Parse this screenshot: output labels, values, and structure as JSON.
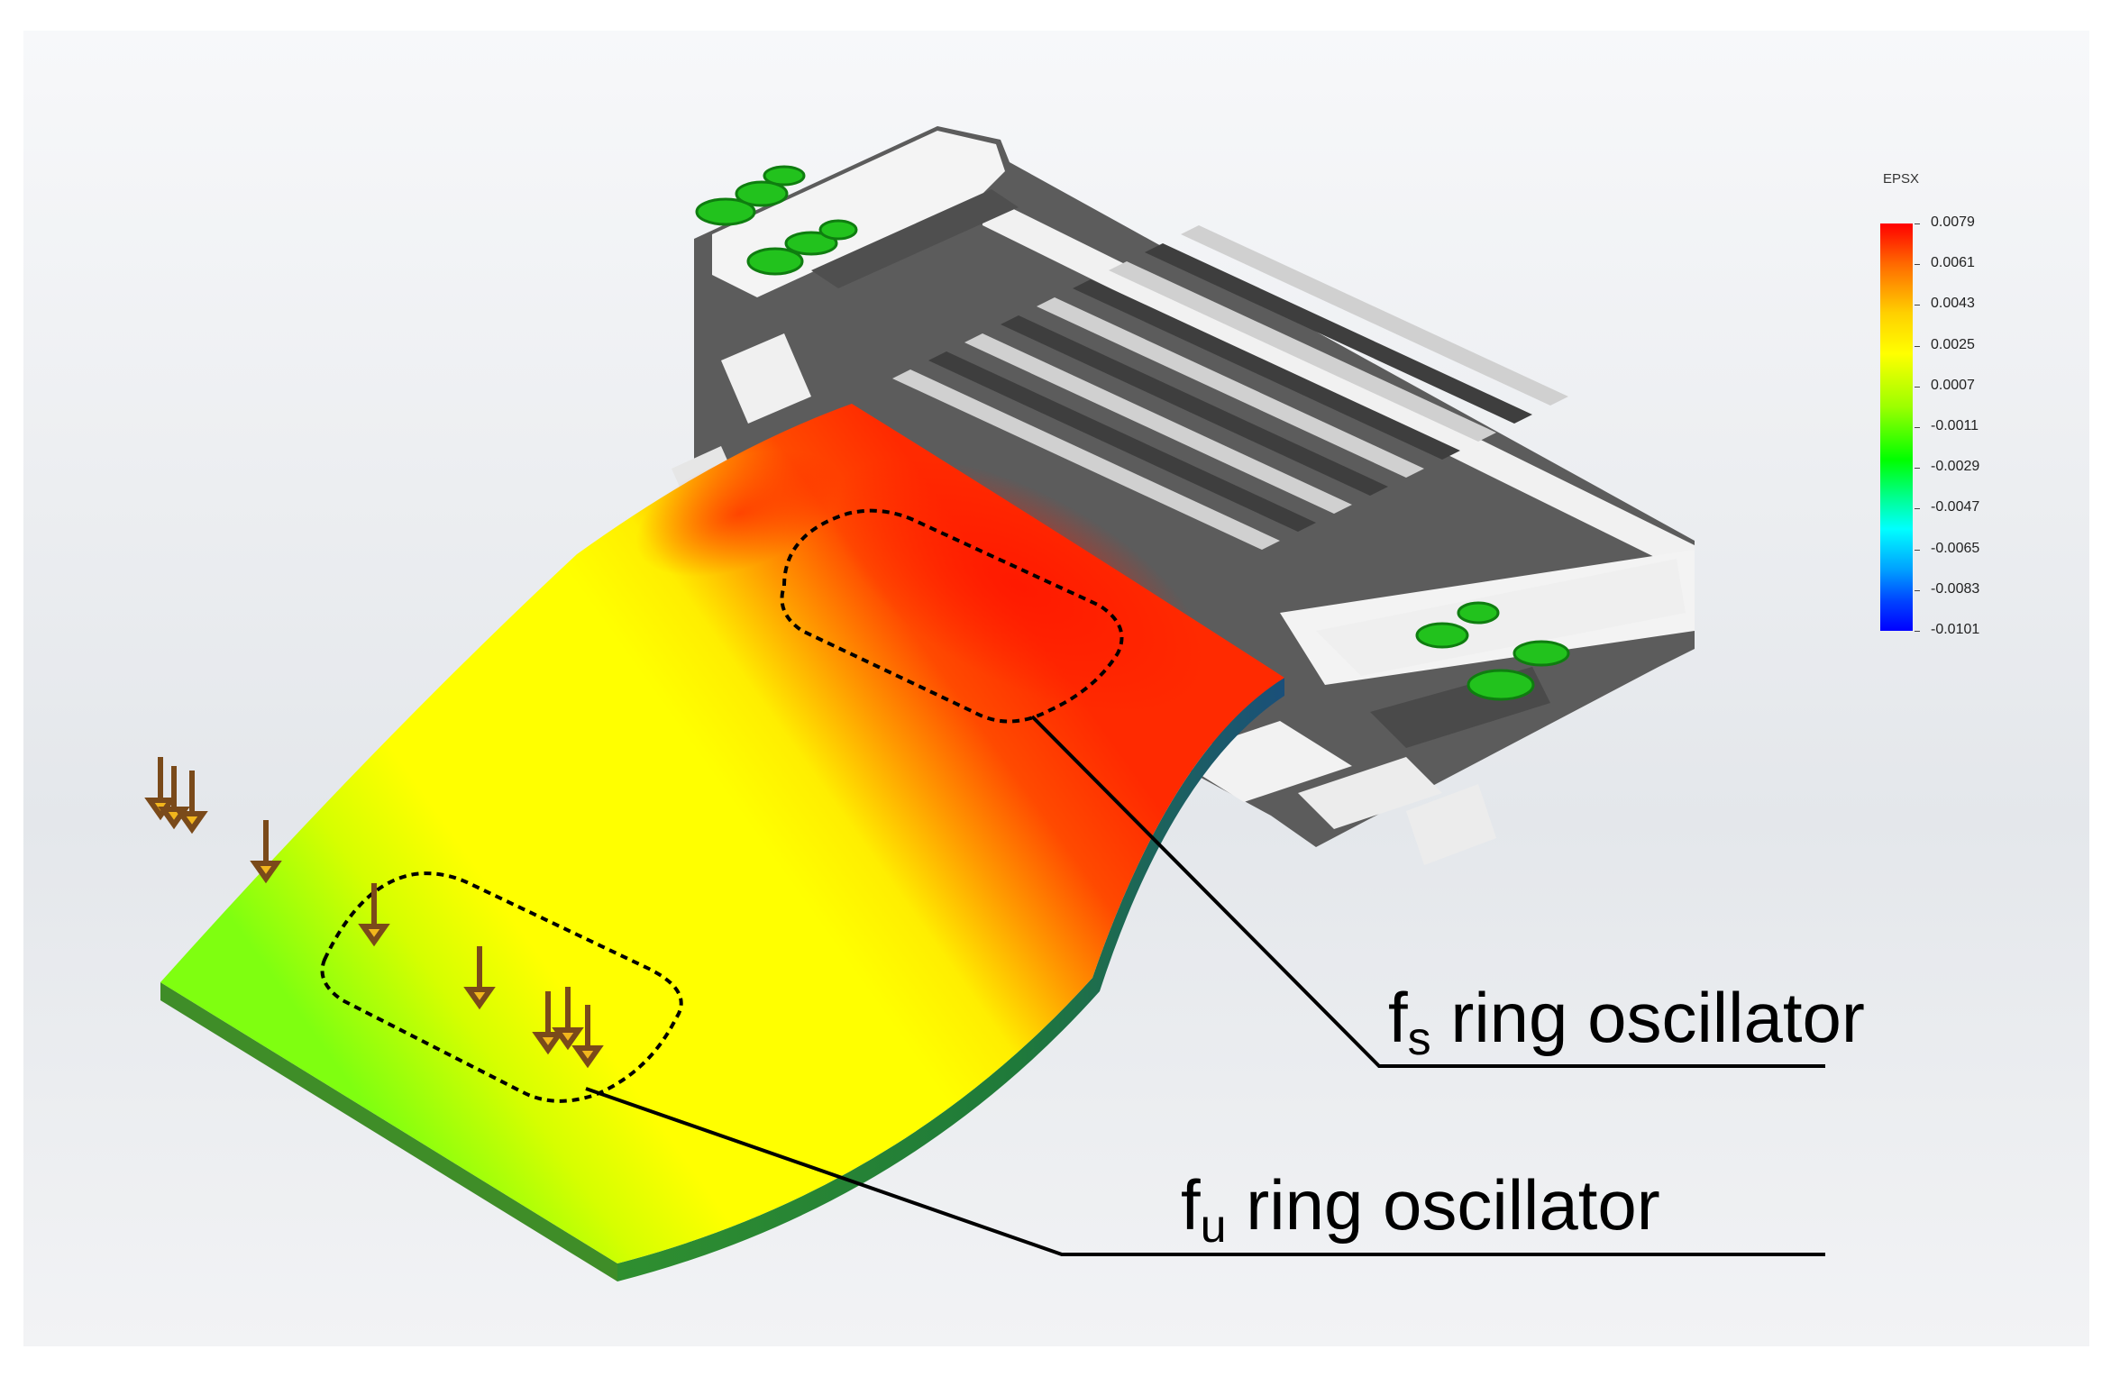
{
  "legend": {
    "title": "EPSX",
    "ticks": [
      "0.0079",
      "0.0061",
      "0.0043",
      "0.0025",
      "0.0007",
      "-0.0011",
      "-0.0029",
      "-0.0047",
      "-0.0065",
      "-0.0083",
      "-0.0101"
    ],
    "colors": [
      "#ff0000",
      "#ff6a00",
      "#ffd000",
      "#ffff00",
      "#9cff00",
      "#00ff00",
      "#00ff9a",
      "#00ffff",
      "#00a0ff",
      "#0040ff",
      "#0000ff"
    ]
  },
  "annotations": {
    "fs": {
      "main": "f",
      "sub": "s",
      "rest": " ring oscillator"
    },
    "fu": {
      "main": "f",
      "sub": "u",
      "rest": " ring oscillator"
    }
  }
}
